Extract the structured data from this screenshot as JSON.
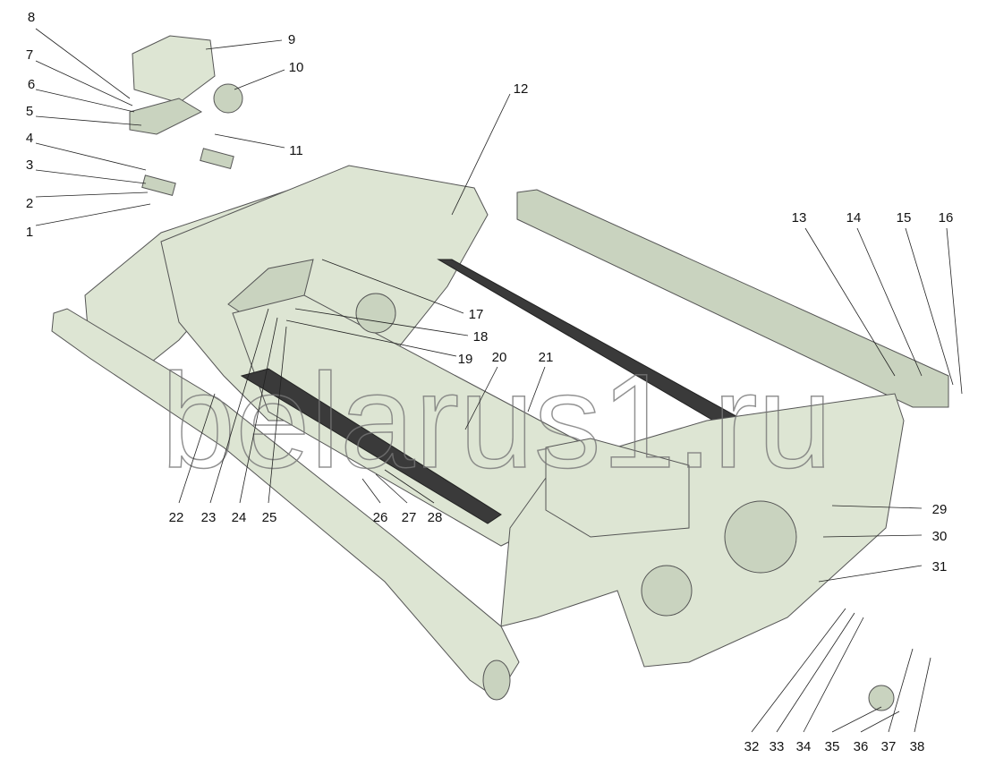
{
  "watermark": "belarus1.ru",
  "callouts": [
    "1",
    "2",
    "3",
    "4",
    "5",
    "6",
    "7",
    "8",
    "9",
    "10",
    "11",
    "12",
    "13",
    "14",
    "15",
    "16",
    "17",
    "18",
    "19",
    "20",
    "21",
    "22",
    "23",
    "24",
    "25",
    "26",
    "27",
    "28",
    "29",
    "30",
    "31",
    "32",
    "33",
    "34",
    "35",
    "36",
    "37",
    "38"
  ]
}
